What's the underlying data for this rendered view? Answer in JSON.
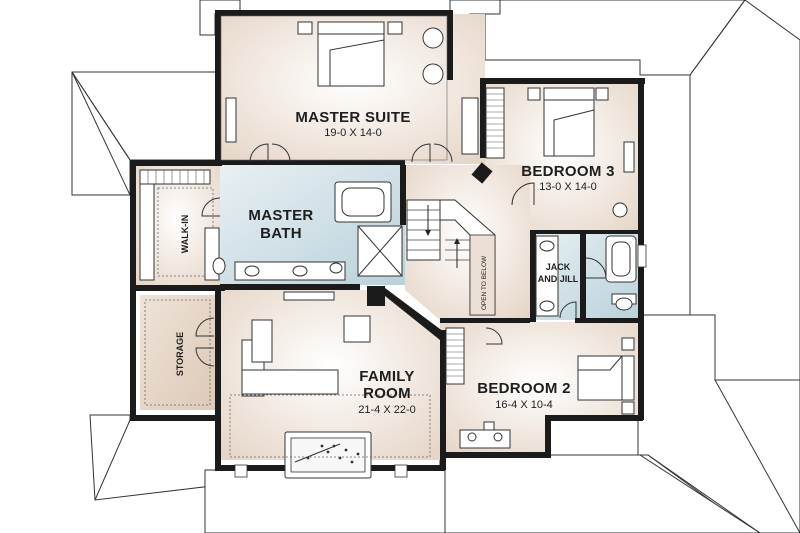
{
  "rooms": {
    "master_suite": {
      "name": "MASTER SUITE",
      "dims": "19-0 X 14-0"
    },
    "bedroom3": {
      "name": "BEDROOM 3",
      "dims": "13-0 X 14-0"
    },
    "master_bath": {
      "name_line1": "MASTER",
      "name_line2": "BATH"
    },
    "walk_in": {
      "name": "WALK-IN"
    },
    "jack_and_jill": {
      "name_line1": "JACK",
      "name_line2": "AND JILL"
    },
    "storage": {
      "name": "STORAGE"
    },
    "family_room": {
      "name_line1": "FAMILY",
      "name_line2": "ROOM",
      "dims": "21-4 X 22-0"
    },
    "bedroom2": {
      "name": "BEDROOM 2",
      "dims": "16-4 X 10-4"
    },
    "open_to_below": {
      "name": "OPEN TO BELOW"
    }
  },
  "colors": {
    "warm_floor": "#ece0d6",
    "bath_floor": "#c8dce3",
    "walls": "#1b1b1b",
    "roof": "#ffffff",
    "storage_floor": "#e3d3c5"
  }
}
